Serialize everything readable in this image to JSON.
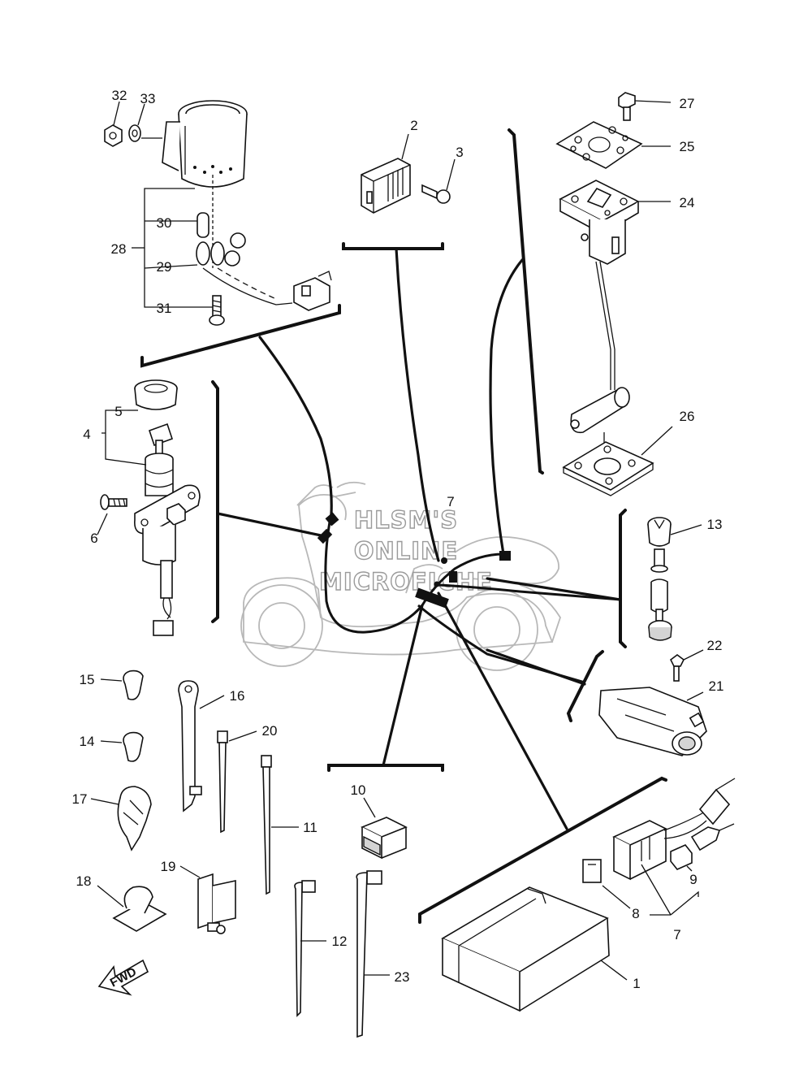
{
  "watermark": {
    "line1": "HLSM'S",
    "line2": "ONLINE",
    "line3": "MICROFICHE"
  },
  "fwd_label": "FWD",
  "callouts": {
    "c1": "1",
    "c2": "2",
    "c3": "3",
    "c4": "4",
    "c5": "5",
    "c6": "6",
    "c7a": "7",
    "c7b": "7",
    "c8": "8",
    "c9": "9",
    "c10": "10",
    "c11": "11",
    "c12": "12",
    "c13": "13",
    "c14": "14",
    "c15": "15",
    "c16": "16",
    "c17": "17",
    "c18": "18",
    "c19": "19",
    "c20": "20",
    "c21": "21",
    "c22": "22",
    "c23": "23",
    "c24": "24",
    "c25": "25",
    "c26": "26",
    "c27": "27",
    "c28": "28",
    "c29": "29",
    "c30": "30",
    "c31": "31",
    "c32": "32",
    "c33": "33"
  }
}
